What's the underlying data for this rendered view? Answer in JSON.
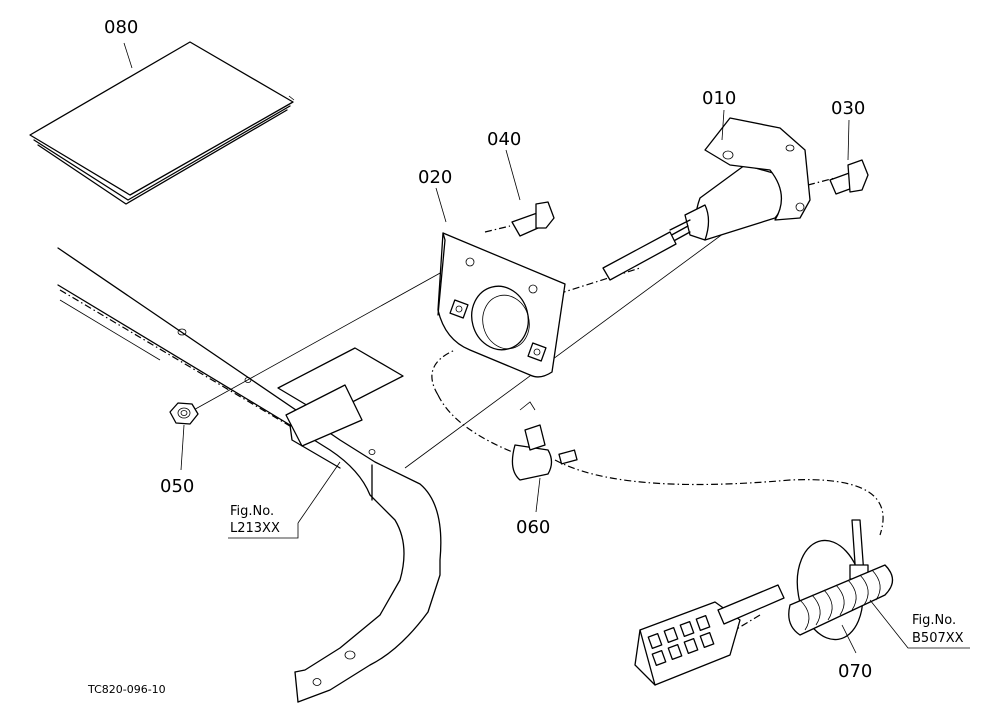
{
  "labels": {
    "p010": "010",
    "p020": "020",
    "p030": "030",
    "p040": "040",
    "p050": "050",
    "p060": "060",
    "p070": "070",
    "p080": "080"
  },
  "references": {
    "fig_left_line1": "Fig.No.",
    "fig_left_line2": "L213XX",
    "fig_right_line1": "Fig.No.",
    "fig_right_line2": "B507XX"
  },
  "drawing_code": "TC820-096-10"
}
